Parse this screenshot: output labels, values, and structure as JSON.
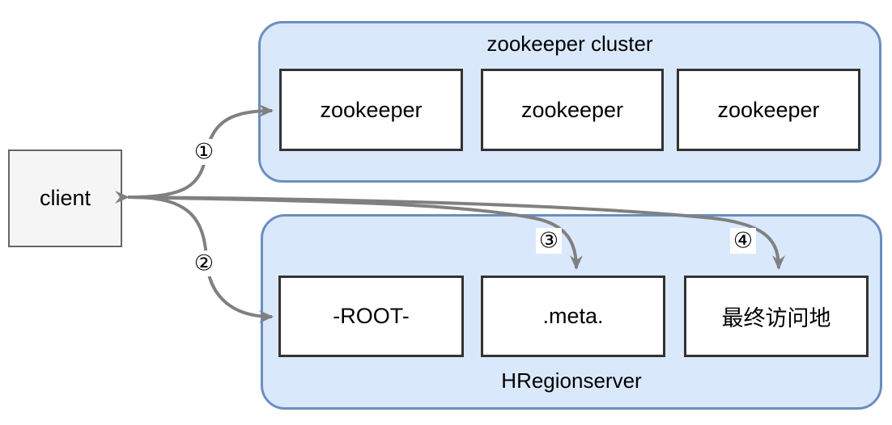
{
  "client": {
    "label": "client"
  },
  "zookeeper_cluster": {
    "title": "zookeeper cluster",
    "nodes": [
      "zookeeper",
      "zookeeper",
      "zookeeper"
    ]
  },
  "hregionserver": {
    "title": "HRegionserver",
    "nodes": [
      "-ROOT-",
      ".meta.",
      "最终访问地"
    ]
  },
  "steps": [
    "①",
    "②",
    "③",
    "④"
  ],
  "colors": {
    "container_fill": "#dae8fc",
    "container_border": "#6c8ebf",
    "node_border": "#333333",
    "client_fill": "#f5f5f5",
    "client_border": "#666666",
    "edge": "#808080"
  }
}
